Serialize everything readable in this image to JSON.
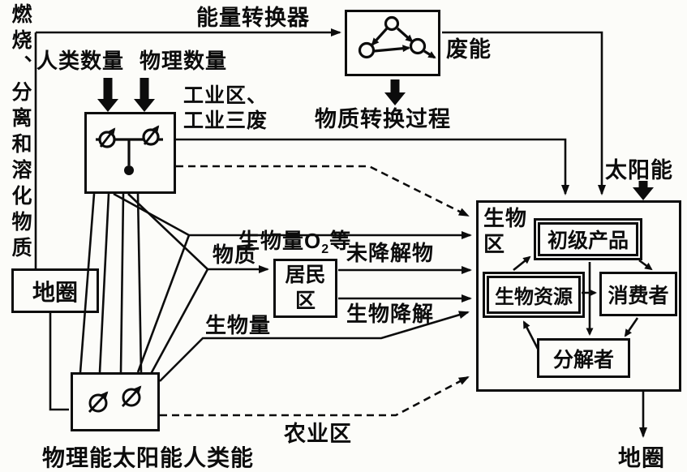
{
  "diagram": {
    "left_vertical_label": "燃烧、分离和溶化物质",
    "energy_converter_label": "能量转换器",
    "waste_energy_label": "废能",
    "human_quantity_label": "人类数量",
    "physical_quantity_label": "物理数量",
    "industrial_zone_label": "工业区、\n工业三废",
    "matter_conversion_label": "物质转换过程",
    "solar_energy_label": "太阳能",
    "biomass_o2_label": {
      "pre": "生物量O",
      "sub": "2",
      "post": "等"
    },
    "matter_label": "物质",
    "undegraded_label": "未降解物",
    "residential_box_label": "居民\n区",
    "biodegradation_label": "生物降解",
    "biomass_label": "生物量",
    "geosphere_left_label": "地圈",
    "bio_zone_label": "生物\n区",
    "primary_products_label": "初级产品",
    "bio_resources_label": "生物资源",
    "consumers_label": "消费者",
    "decomposers_label": "分解者",
    "agricultural_zone_label": "农业区",
    "bottom_energy_label": "物理能太阳能人类能",
    "geosphere_bottom_label": "地圈",
    "symbols": {
      "energy_converter_symbol": "pulley-circles-icon",
      "industrial_gauges_symbol": "gauge-dials-icon",
      "energy_meters_symbol": "meter-dials-icon"
    },
    "colors": {
      "ink": "#0c0c0c",
      "background": "#fcfcf9"
    }
  }
}
